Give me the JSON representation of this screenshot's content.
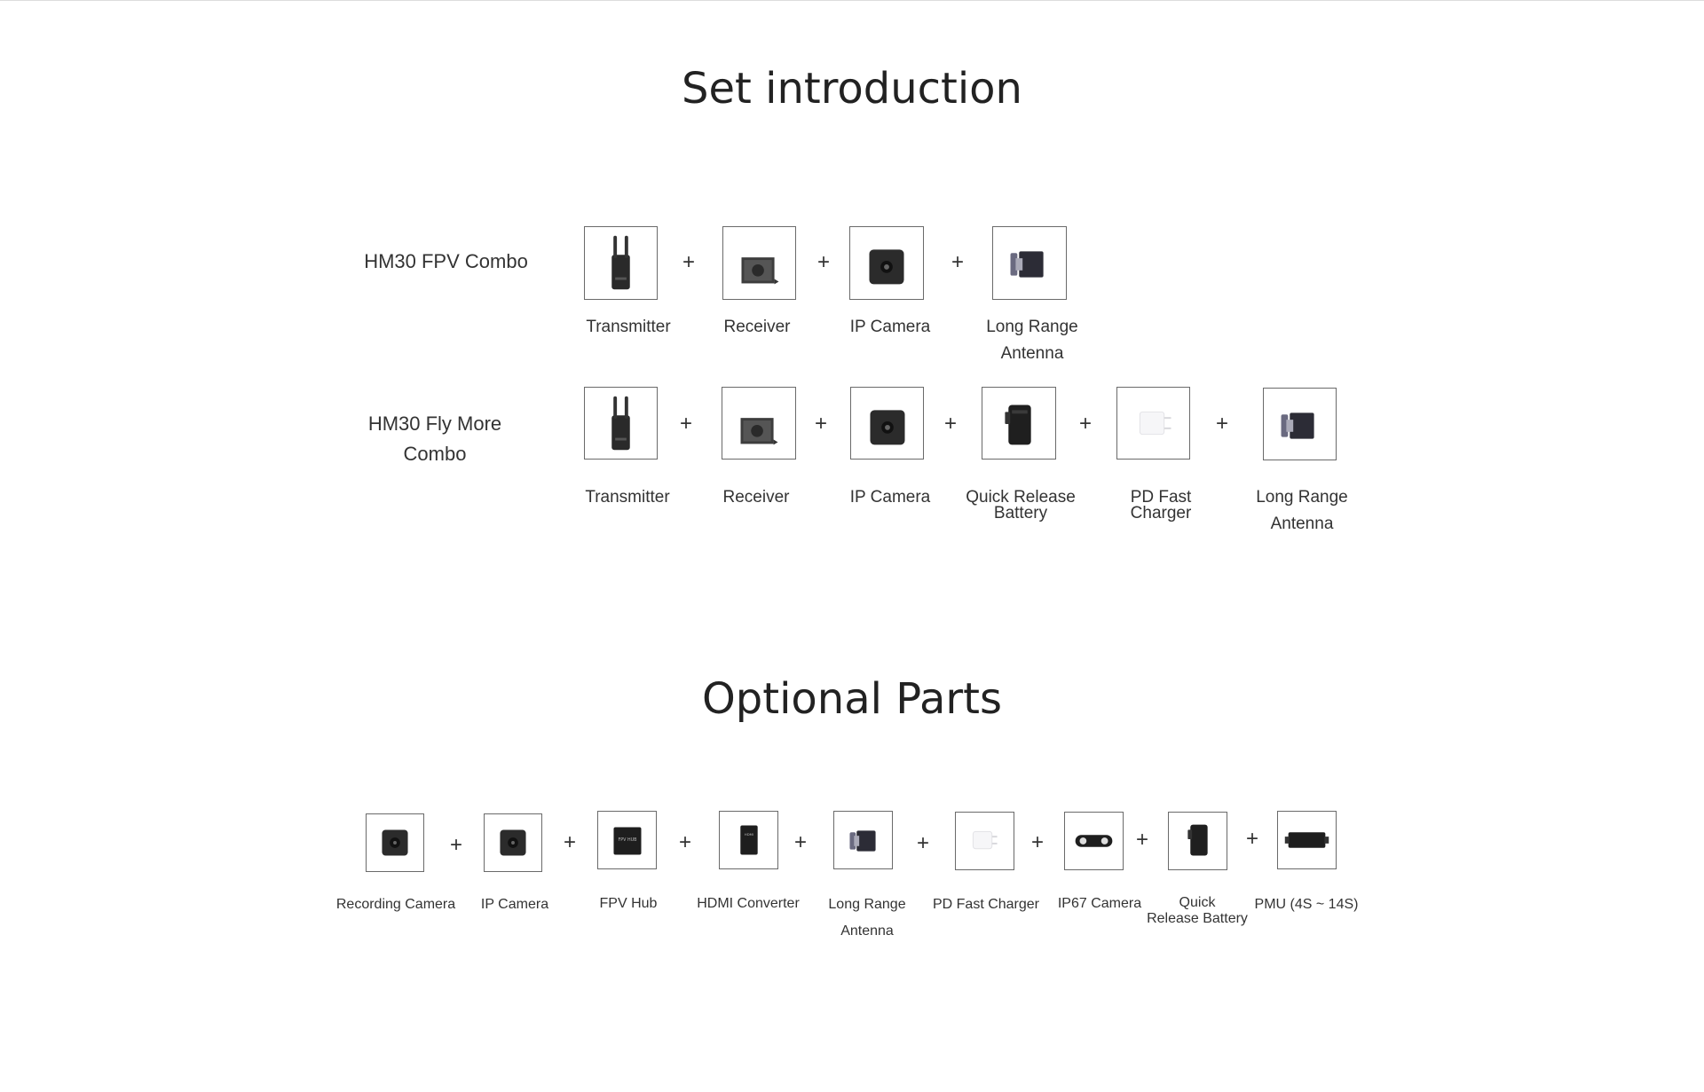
{
  "titles": {
    "set_intro": "Set introduction",
    "optional": "Optional Parts"
  },
  "fpv_combo": {
    "label": "HM30 FPV Combo",
    "plus": "+",
    "items": [
      {
        "caption": "Transmitter",
        "icon": "transmitter-icon"
      },
      {
        "caption": "Receiver",
        "icon": "receiver-icon"
      },
      {
        "caption": "IP Camera",
        "icon": "ip-camera-icon"
      },
      {
        "caption": "Long Range\nAntenna",
        "icon": "long-range-antenna-icon"
      }
    ]
  },
  "fly_more_combo": {
    "label": "HM30 Fly More\nCombo",
    "plus": "+",
    "items": [
      {
        "caption": "Transmitter",
        "icon": "transmitter-icon"
      },
      {
        "caption": "Receiver",
        "icon": "receiver-icon"
      },
      {
        "caption": "IP Camera",
        "icon": "ip-camera-icon"
      },
      {
        "caption": "Quick Release\nBattery",
        "icon": "battery-icon"
      },
      {
        "caption": "PD Fast\nCharger",
        "icon": "charger-icon"
      },
      {
        "caption": "Long Range\nAntenna",
        "icon": "long-range-antenna-icon"
      }
    ]
  },
  "optional_parts": {
    "plus": "+",
    "items": [
      {
        "caption": "Recording Camera",
        "icon": "recording-camera-icon"
      },
      {
        "caption": "IP Camera",
        "icon": "ip-camera-icon"
      },
      {
        "caption": "FPV Hub",
        "icon": "fpv-hub-icon",
        "screen_text": "FPV HUB"
      },
      {
        "caption": "HDMI Converter",
        "icon": "hdmi-converter-icon",
        "screen_text": "HDMI"
      },
      {
        "caption": "Long Range\nAntenna",
        "icon": "long-range-antenna-icon"
      },
      {
        "caption": "PD Fast Charger",
        "icon": "charger-icon"
      },
      {
        "caption": "IP67 Camera",
        "icon": "ip67-camera-icon"
      },
      {
        "caption": "Quick\nRelease Battery",
        "icon": "battery-icon"
      },
      {
        "caption": "PMU (4S ~ 14S)",
        "icon": "pmu-icon"
      }
    ]
  }
}
